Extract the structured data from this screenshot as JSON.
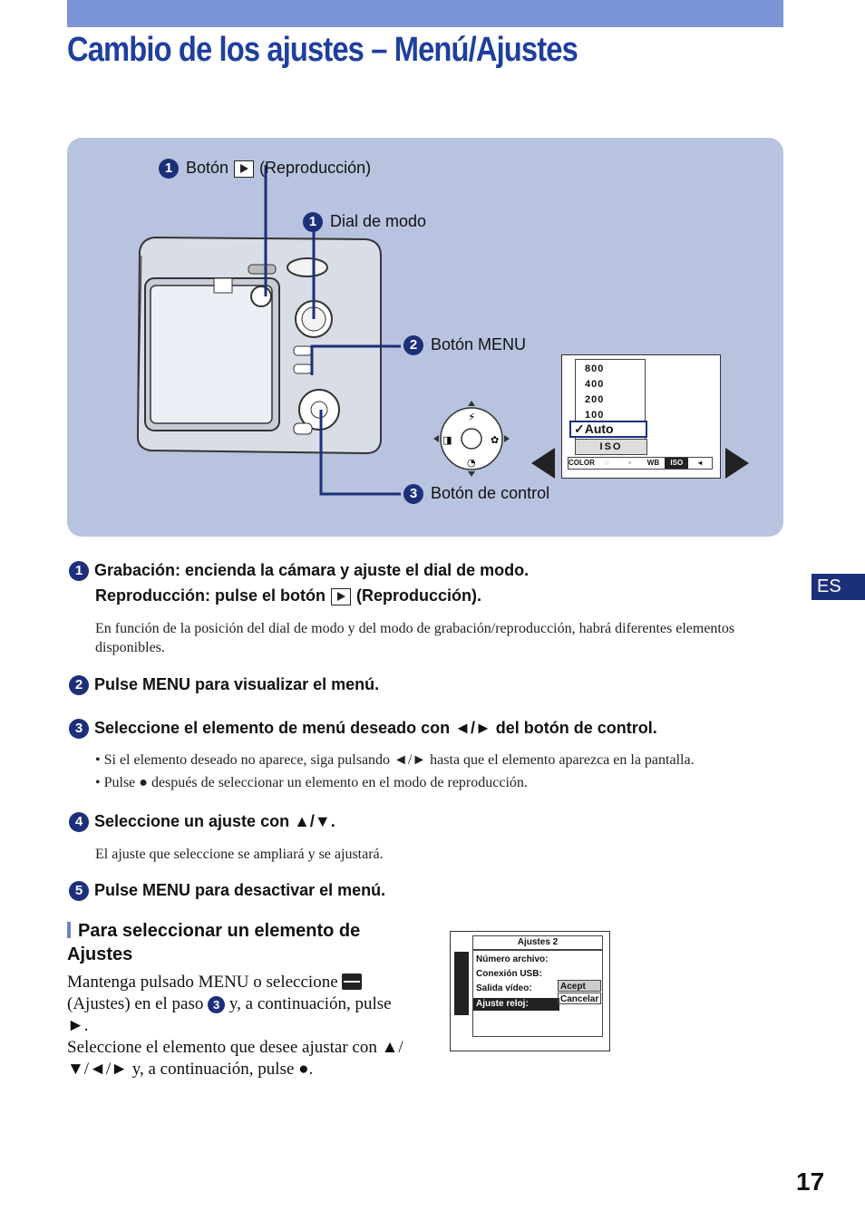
{
  "header": {
    "title": "Cambio de los ajustes – Menú/Ajustes"
  },
  "diagram": {
    "callout_play": {
      "num": "1",
      "label": "Botón",
      "suffix": "(Reproducción)"
    },
    "callout_dial": {
      "num": "1",
      "label": "Dial de modo"
    },
    "callout_menu": {
      "num": "2",
      "label": "Botón MENU"
    },
    "callout_control": {
      "num": "3",
      "label": "Botón de control"
    },
    "lcd": {
      "iso_values": [
        "800",
        "400",
        "200",
        "100"
      ],
      "selected": "Auto",
      "label": "ISO",
      "bar_items": [
        "COLOR",
        "",
        "",
        "WB",
        "ISO",
        ""
      ]
    }
  },
  "steps": [
    {
      "num": "1",
      "line1": "Grabación: encienda la cámara y ajuste el dial de modo.",
      "line2_prefix": "Reproducción: pulse el botón",
      "line2_suffix": "(Reproducción).",
      "body": "En función de la posición del dial de modo y del modo de grabación/reproducción, habrá diferentes elementos disponibles."
    },
    {
      "num": "2",
      "line1": "Pulse MENU para visualizar el menú."
    },
    {
      "num": "3",
      "line1": "Seleccione el elemento de menú deseado con ◄/► del botón de control.",
      "bullets": [
        "Si el elemento deseado no aparece, siga pulsando ◄/► hasta que el elemento aparezca en la pantalla.",
        "Pulse ● después de seleccionar un elemento en el modo de reproducción."
      ]
    },
    {
      "num": "4",
      "line1": "Seleccione un ajuste con ▲/▼.",
      "body": "El ajuste que seleccione se ampliará y se ajustará."
    },
    {
      "num": "5",
      "line1": "Pulse MENU para desactivar el menú."
    }
  ],
  "subsection": {
    "title": "Para seleccionar un elemento de Ajustes",
    "body1_a": "Mantenga pulsado MENU o seleccione",
    "body1_b": "(Ajustes) en el paso",
    "body1_num": "3",
    "body1_c": "y, a continuación, pulse ►.",
    "body2": "Seleccione el elemento que desee ajustar con ▲/▼/◄/► y, a continuación, pulse ●."
  },
  "menu_screen": {
    "title": "Ajustes 2",
    "rows": [
      "Número archivo:",
      "Conexión USB:",
      "Salida vídeo:"
    ],
    "selected_row": "Ajuste reloj:",
    "options": [
      "Acept",
      "Cancelar"
    ]
  },
  "side_tab": "ES",
  "page_number": "17"
}
